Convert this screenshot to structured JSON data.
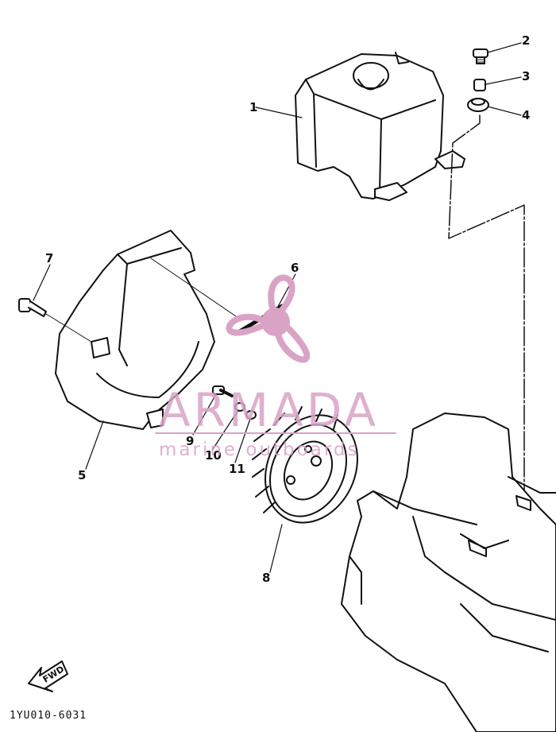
{
  "callouts": [
    {
      "id": "1",
      "label": "1"
    },
    {
      "id": "2",
      "label": "2"
    },
    {
      "id": "3",
      "label": "3"
    },
    {
      "id": "4",
      "label": "4"
    },
    {
      "id": "5",
      "label": "5"
    },
    {
      "id": "6",
      "label": "6"
    },
    {
      "id": "7",
      "label": "7"
    },
    {
      "id": "8",
      "label": "8"
    },
    {
      "id": "9",
      "label": "9"
    },
    {
      "id": "10",
      "label": "10"
    },
    {
      "id": "11",
      "label": "11"
    }
  ],
  "watermark": {
    "name": "ARMADA",
    "subtitle": "marine outboards",
    "color": "#d9a3c6"
  },
  "direction_badge": {
    "label": "FWD",
    "icon": "forward-arrow-icon"
  },
  "drawing_code": "1YU010-6031"
}
